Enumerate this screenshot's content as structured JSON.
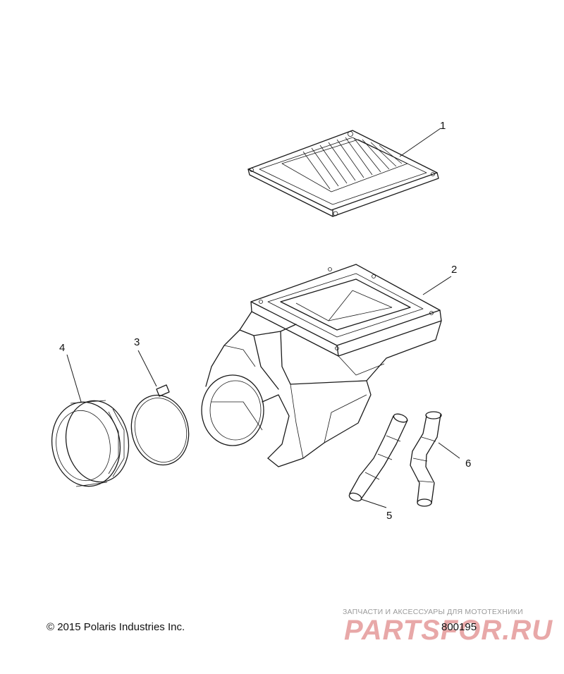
{
  "callouts": [
    {
      "id": "1",
      "label": "1"
    },
    {
      "id": "2",
      "label": "2"
    },
    {
      "id": "3",
      "label": "3"
    },
    {
      "id": "4",
      "label": "4"
    },
    {
      "id": "5",
      "label": "5"
    },
    {
      "id": "6",
      "label": "6"
    }
  ],
  "footer": {
    "copyright": "© 2015 Polaris Industries Inc.",
    "reference_number": "800195"
  },
  "watermark": {
    "tagline": "ЗАПЧАСТИ И АКСЕССУАРЫ ДЛЯ МОТОТЕХНИКИ",
    "brand": "PARTSFOR.RU",
    "brand_color": "#e8a8a8"
  }
}
